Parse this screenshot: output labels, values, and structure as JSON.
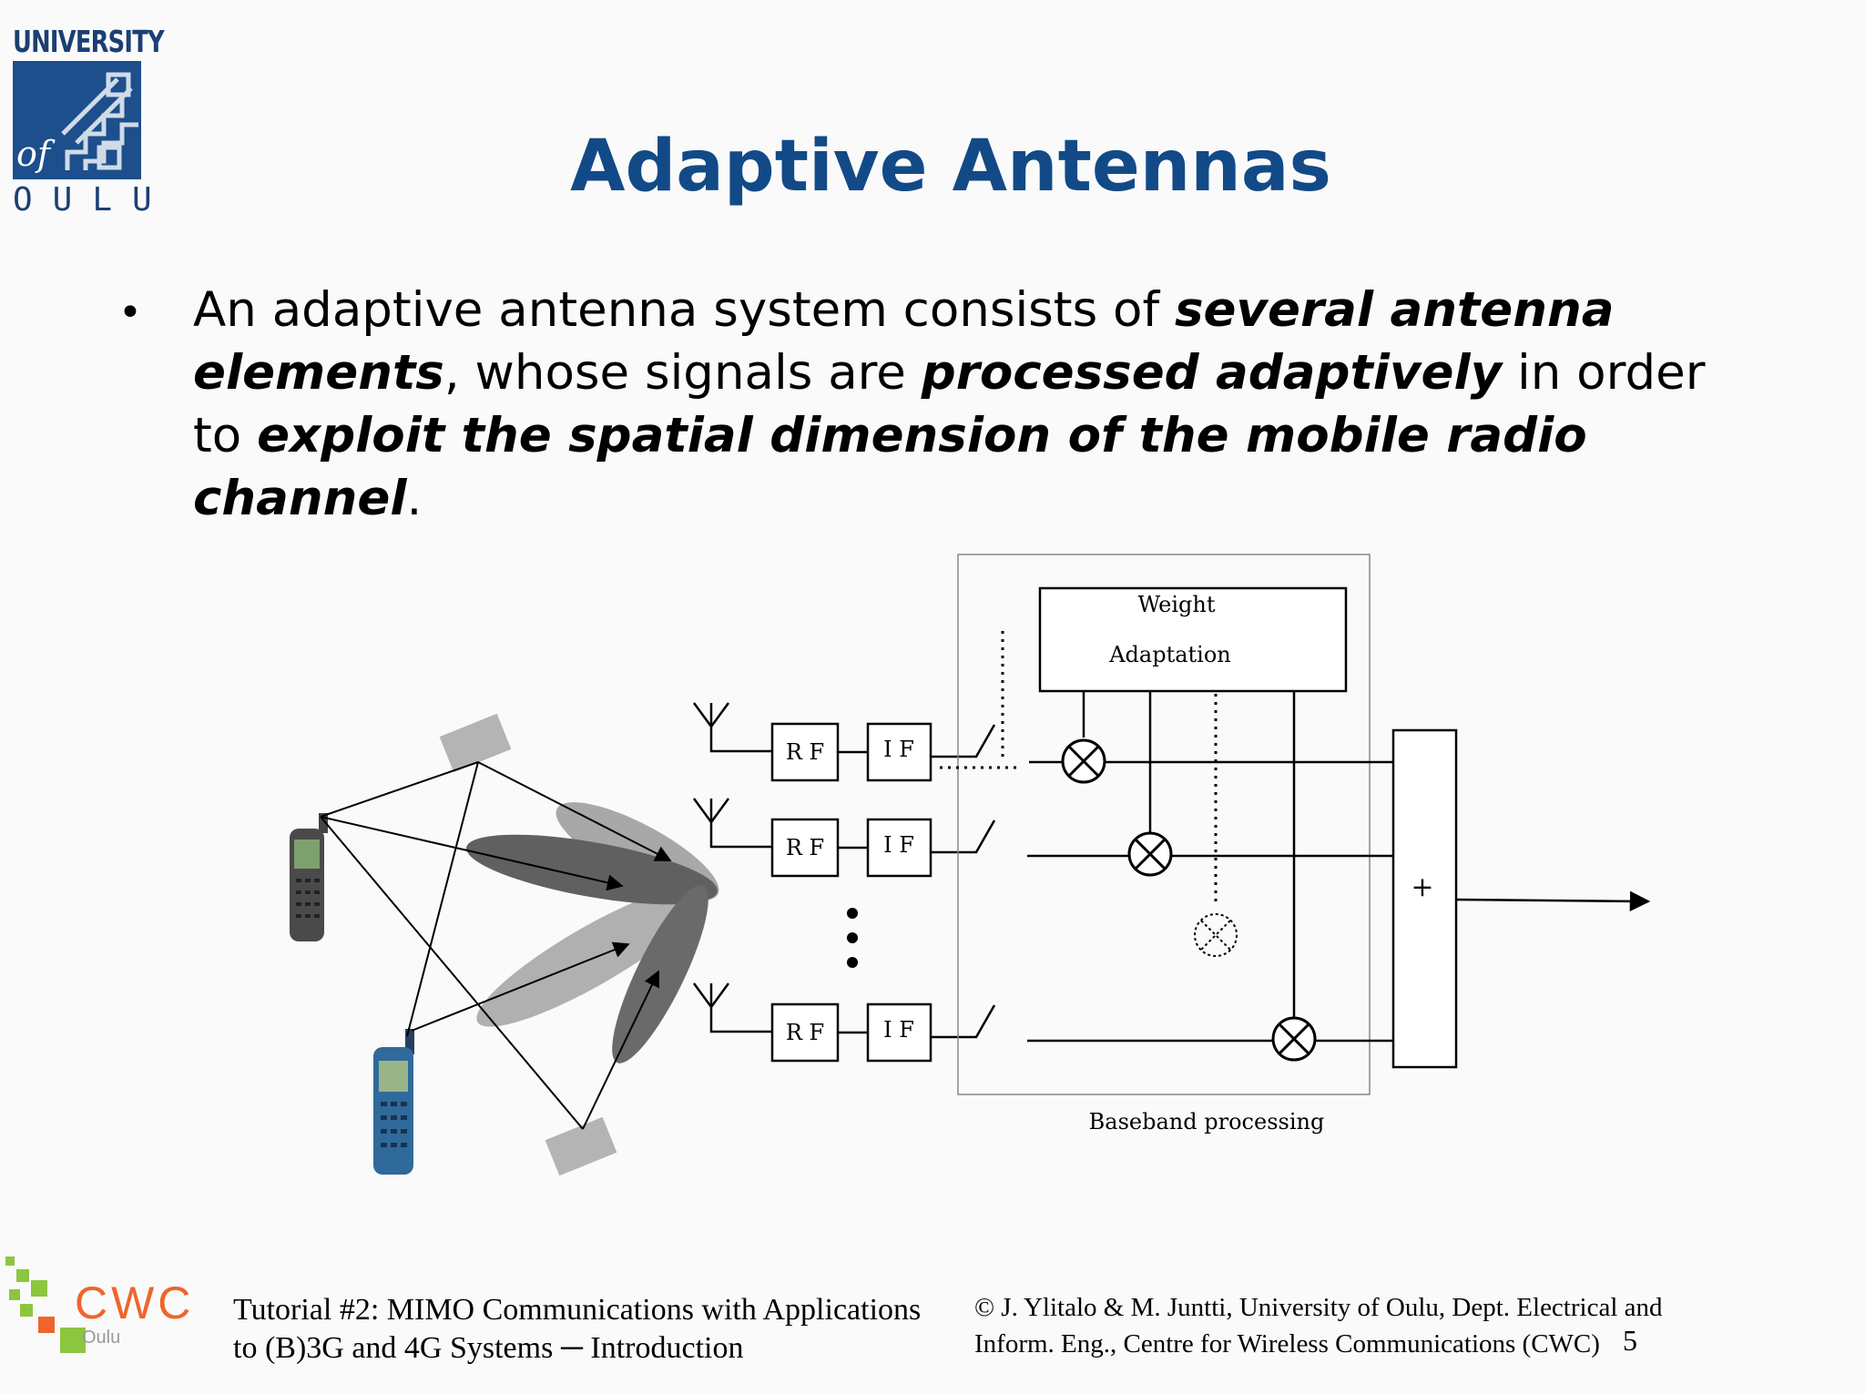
{
  "logo": {
    "top": "UNIVERSITY",
    "of": "of",
    "bottom": "OULU"
  },
  "slide": {
    "title": "Adaptive Antennas"
  },
  "bullet": {
    "p1": "An adaptive antenna system consists of ",
    "e1": "several antenna elements",
    "p2": ", whose signals are ",
    "e2": "processed adaptively",
    "p3": " in order to ",
    "e3": "exploit the spatial dimension of the mobile radio channel",
    "p4": "."
  },
  "diagram": {
    "weight_line1": "Weight",
    "weight_line2": "Adaptation",
    "rf": "R F",
    "if_label": "I F",
    "sum": "+",
    "baseband": "Baseband processing"
  },
  "footer": {
    "cwc": "CWC",
    "cwc_sub": "Oulu",
    "tutorial_line1": "Tutorial #2: MIMO Communications with Applications",
    "tutorial_line2": "to (B)3G and 4G Systems ─ Introduction",
    "copyright_line1": "© J. Ylitalo & M. Juntti, University of Oulu, Dept. Electrical and",
    "copyright_line2": "Inform. Eng., Centre for Wireless Communications (CWC)",
    "page": "5"
  },
  "colors": {
    "title": "#124a87",
    "logo_blue": "#1c4f8c",
    "cwc_orange": "#f0642c",
    "cwc_green": "#8cc63f"
  }
}
